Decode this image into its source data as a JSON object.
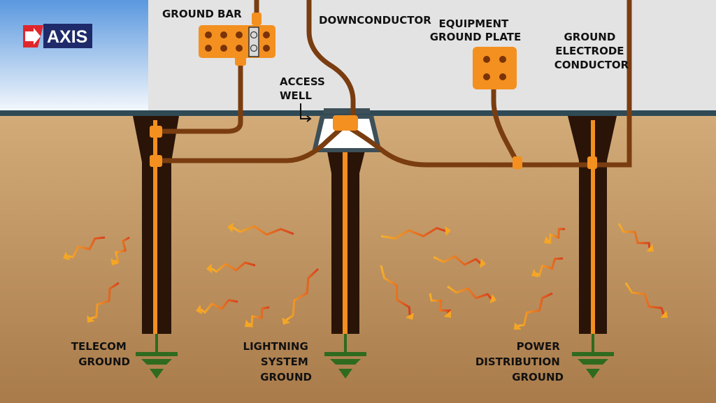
{
  "logo": {
    "text": "AXIS"
  },
  "labels": {
    "ground_bar": "GROUND BAR",
    "downconductor": "DOWNCONDUCTOR",
    "equipment_plate": [
      "EQUIPMENT",
      "GROUND PLATE"
    ],
    "electrode_conductor": [
      "GROUND",
      "ELECTRODE",
      "CONDUCTOR"
    ],
    "access_well": [
      "ACCESS",
      "WELL"
    ],
    "telecom": [
      "TELECOM",
      "GROUND"
    ],
    "lightning": [
      "LIGHTNING",
      "SYSTEM",
      "GROUND"
    ],
    "power": [
      "POWER",
      "DISTRIBUTION",
      "GROUND"
    ]
  },
  "colors": {
    "wire": "#7a3d10",
    "orange": "#f39020",
    "rod": "#2a1408",
    "ground_symbol": "#2e6b1f",
    "soil": "#c4996a",
    "wall": "#e3e3e3",
    "logo_bg": "#1f2a6b",
    "logo_red": "#e0262b"
  }
}
